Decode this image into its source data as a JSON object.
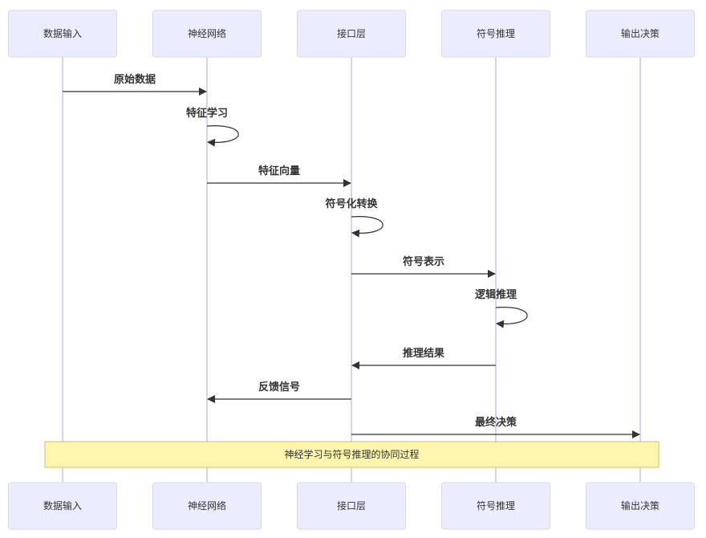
{
  "participants": [
    "数据输入",
    "神经网络",
    "接口层",
    "符号推理",
    "输出决策"
  ],
  "messages": [
    {
      "from": 0,
      "to": 1,
      "label": "原始数据"
    },
    {
      "from": 1,
      "to": 1,
      "label": "特征学习"
    },
    {
      "from": 1,
      "to": 2,
      "label": "特征向量"
    },
    {
      "from": 2,
      "to": 2,
      "label": "符号化转换"
    },
    {
      "from": 2,
      "to": 3,
      "label": "符号表示"
    },
    {
      "from": 3,
      "to": 3,
      "label": "逻辑推理"
    },
    {
      "from": 3,
      "to": 2,
      "label": "推理结果"
    },
    {
      "from": 2,
      "to": 1,
      "label": "反馈信号"
    },
    {
      "from": 2,
      "to": 4,
      "label": "最终决策"
    }
  ],
  "note": {
    "text": "神经学习与符号推理的协同过程",
    "from": 0,
    "to": 4
  },
  "colors": {
    "actor_fill": "#ececff",
    "lifeline": "#d7d4f3",
    "note_fill": "#fff5ad",
    "line": "#333333"
  }
}
